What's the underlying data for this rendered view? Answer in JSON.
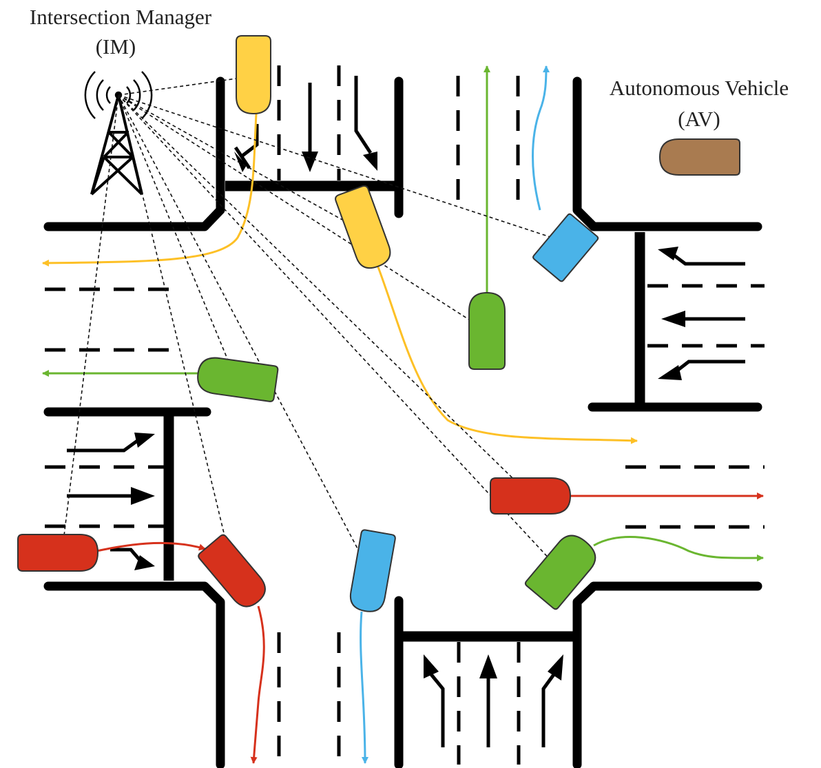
{
  "labels": {
    "im_title": "Intersection Manager",
    "im_abbr": "(IM)",
    "av_title": "Autonomous Vehicle",
    "av_abbr": "(AV)"
  },
  "colors": {
    "yellow": "#FFD145",
    "green": "#6AB630",
    "blue": "#4AB3E8",
    "red": "#D6311C",
    "brown": "#A97B50",
    "yellow_path": "#FDC026",
    "green_path": "#6AB630",
    "blue_path": "#4AB3E8",
    "red_path": "#D6311C"
  },
  "vehicles": [
    {
      "id": "north-yellow-waiting",
      "color": "yellow"
    },
    {
      "id": "yellow-turning",
      "color": "yellow"
    },
    {
      "id": "blue-turning-north",
      "color": "blue"
    },
    {
      "id": "green-northbound",
      "color": "green"
    },
    {
      "id": "green-westbound",
      "color": "green"
    },
    {
      "id": "red-eastbound",
      "color": "red"
    },
    {
      "id": "red-waiting-west",
      "color": "red"
    },
    {
      "id": "red-turning-south",
      "color": "red"
    },
    {
      "id": "blue-southbound",
      "color": "blue"
    },
    {
      "id": "green-turning-east",
      "color": "green"
    },
    {
      "id": "legend-av",
      "color": "brown"
    }
  ]
}
